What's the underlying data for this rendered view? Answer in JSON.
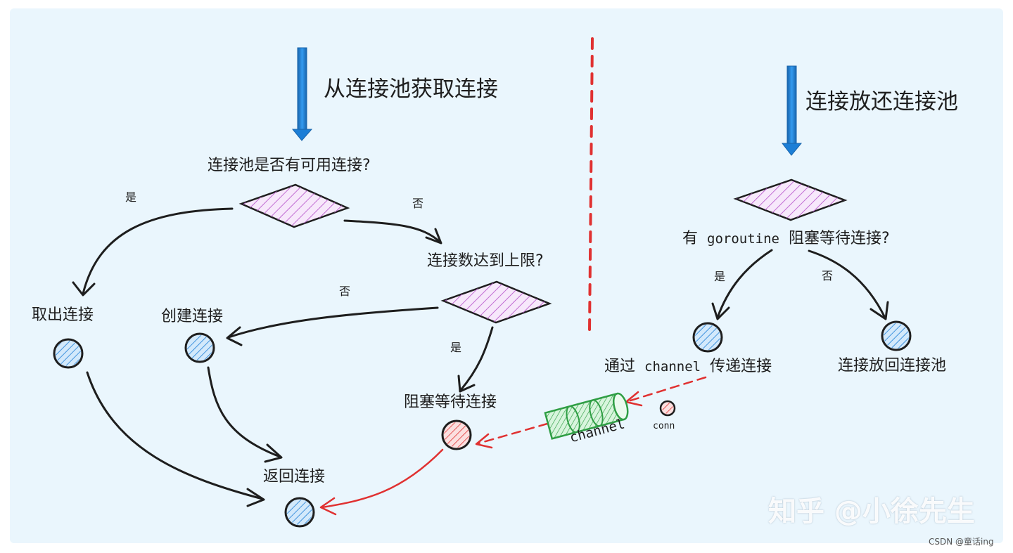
{
  "left": {
    "title": "从连接池获取连接",
    "question1": "连接池是否有可用连接?",
    "yes1": "是",
    "no1": "否",
    "question2": "连接数达到上限?",
    "no2": "否",
    "yes2": "是",
    "node_take": "取出连接",
    "node_create": "创建连接",
    "node_block": "阻塞等待连接",
    "node_return": "返回连接"
  },
  "right": {
    "title": "连接放还连接池",
    "question_prefix": "有",
    "question_code": "goroutine",
    "question_suffix": "阻塞等待连接?",
    "yes": "是",
    "no": "否",
    "node_channel_prefix": "通过",
    "node_channel_code": "channel",
    "node_channel_suffix": "传递连接",
    "node_putback": "连接放回连接池",
    "channel_label": "channel",
    "conn_label": "conn"
  },
  "watermark": "知乎 @小徐先生",
  "credit": "CSDN @童话ing",
  "colors": {
    "background": "#eaf6fd",
    "arrow_blue": "#1c7ed6",
    "diamond_fill": "#e599f7",
    "node_blue": "#1c7ed6",
    "node_red": "#e03131",
    "channel_green": "#2f9e44",
    "red_dashed": "#e03131",
    "divider": "#e03131"
  }
}
